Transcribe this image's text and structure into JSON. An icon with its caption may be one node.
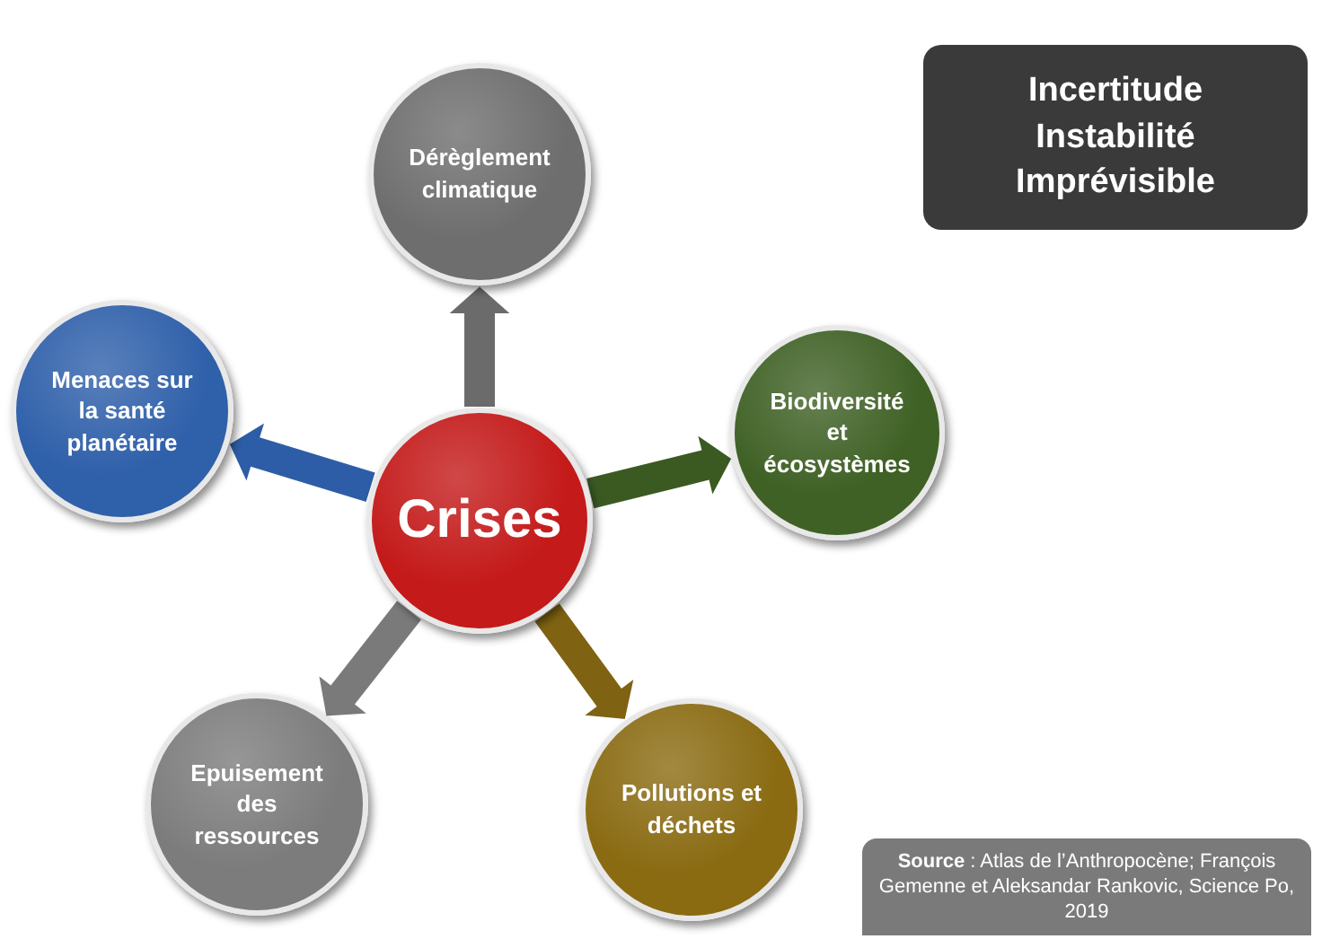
{
  "diagram": {
    "nodes": [
      {
        "text": [
          "Crises"
        ]
      },
      {
        "text": [
          "Dérèglement climatique"
        ]
      },
      {
        "text": [
          "Biodiversité et écosystèmes"
        ]
      },
      {
        "text": [
          "Pollutions et déchets"
        ]
      },
      {
        "text": [
          "Epuisement des ressources"
        ]
      },
      {
        "text": [
          "Menaces sur la santé planétaire"
        ]
      },
      {
        "text": [
          "Incertitude",
          "Instabilité",
          "Imprévisible"
        ]
      },
      {
        "text": [
          "**Source** : Atlas de l’Anthropocène; François Gemenne et Aleksandar Rankovic, Science Po, 2019"
        ]
      }
    ],
    "edges": [
      {
        "from": 0,
        "to": 1,
        "arrow": "to",
        "style": "thick",
        "color": "#6b6b6b"
      },
      {
        "from": 0,
        "to": 2,
        "arrow": "to",
        "style": "thick",
        "color": "#3b5a22"
      },
      {
        "from": 0,
        "to": 3,
        "arrow": "to",
        "style": "thick",
        "color": "#7f6312"
      },
      {
        "from": 0,
        "to": 4,
        "arrow": "to",
        "style": "thick",
        "color": "#7a7a7a"
      },
      {
        "from": 0,
        "to": 5,
        "arrow": "to",
        "style": "thick",
        "color": "#2d5da6"
      }
    ]
  }
}
